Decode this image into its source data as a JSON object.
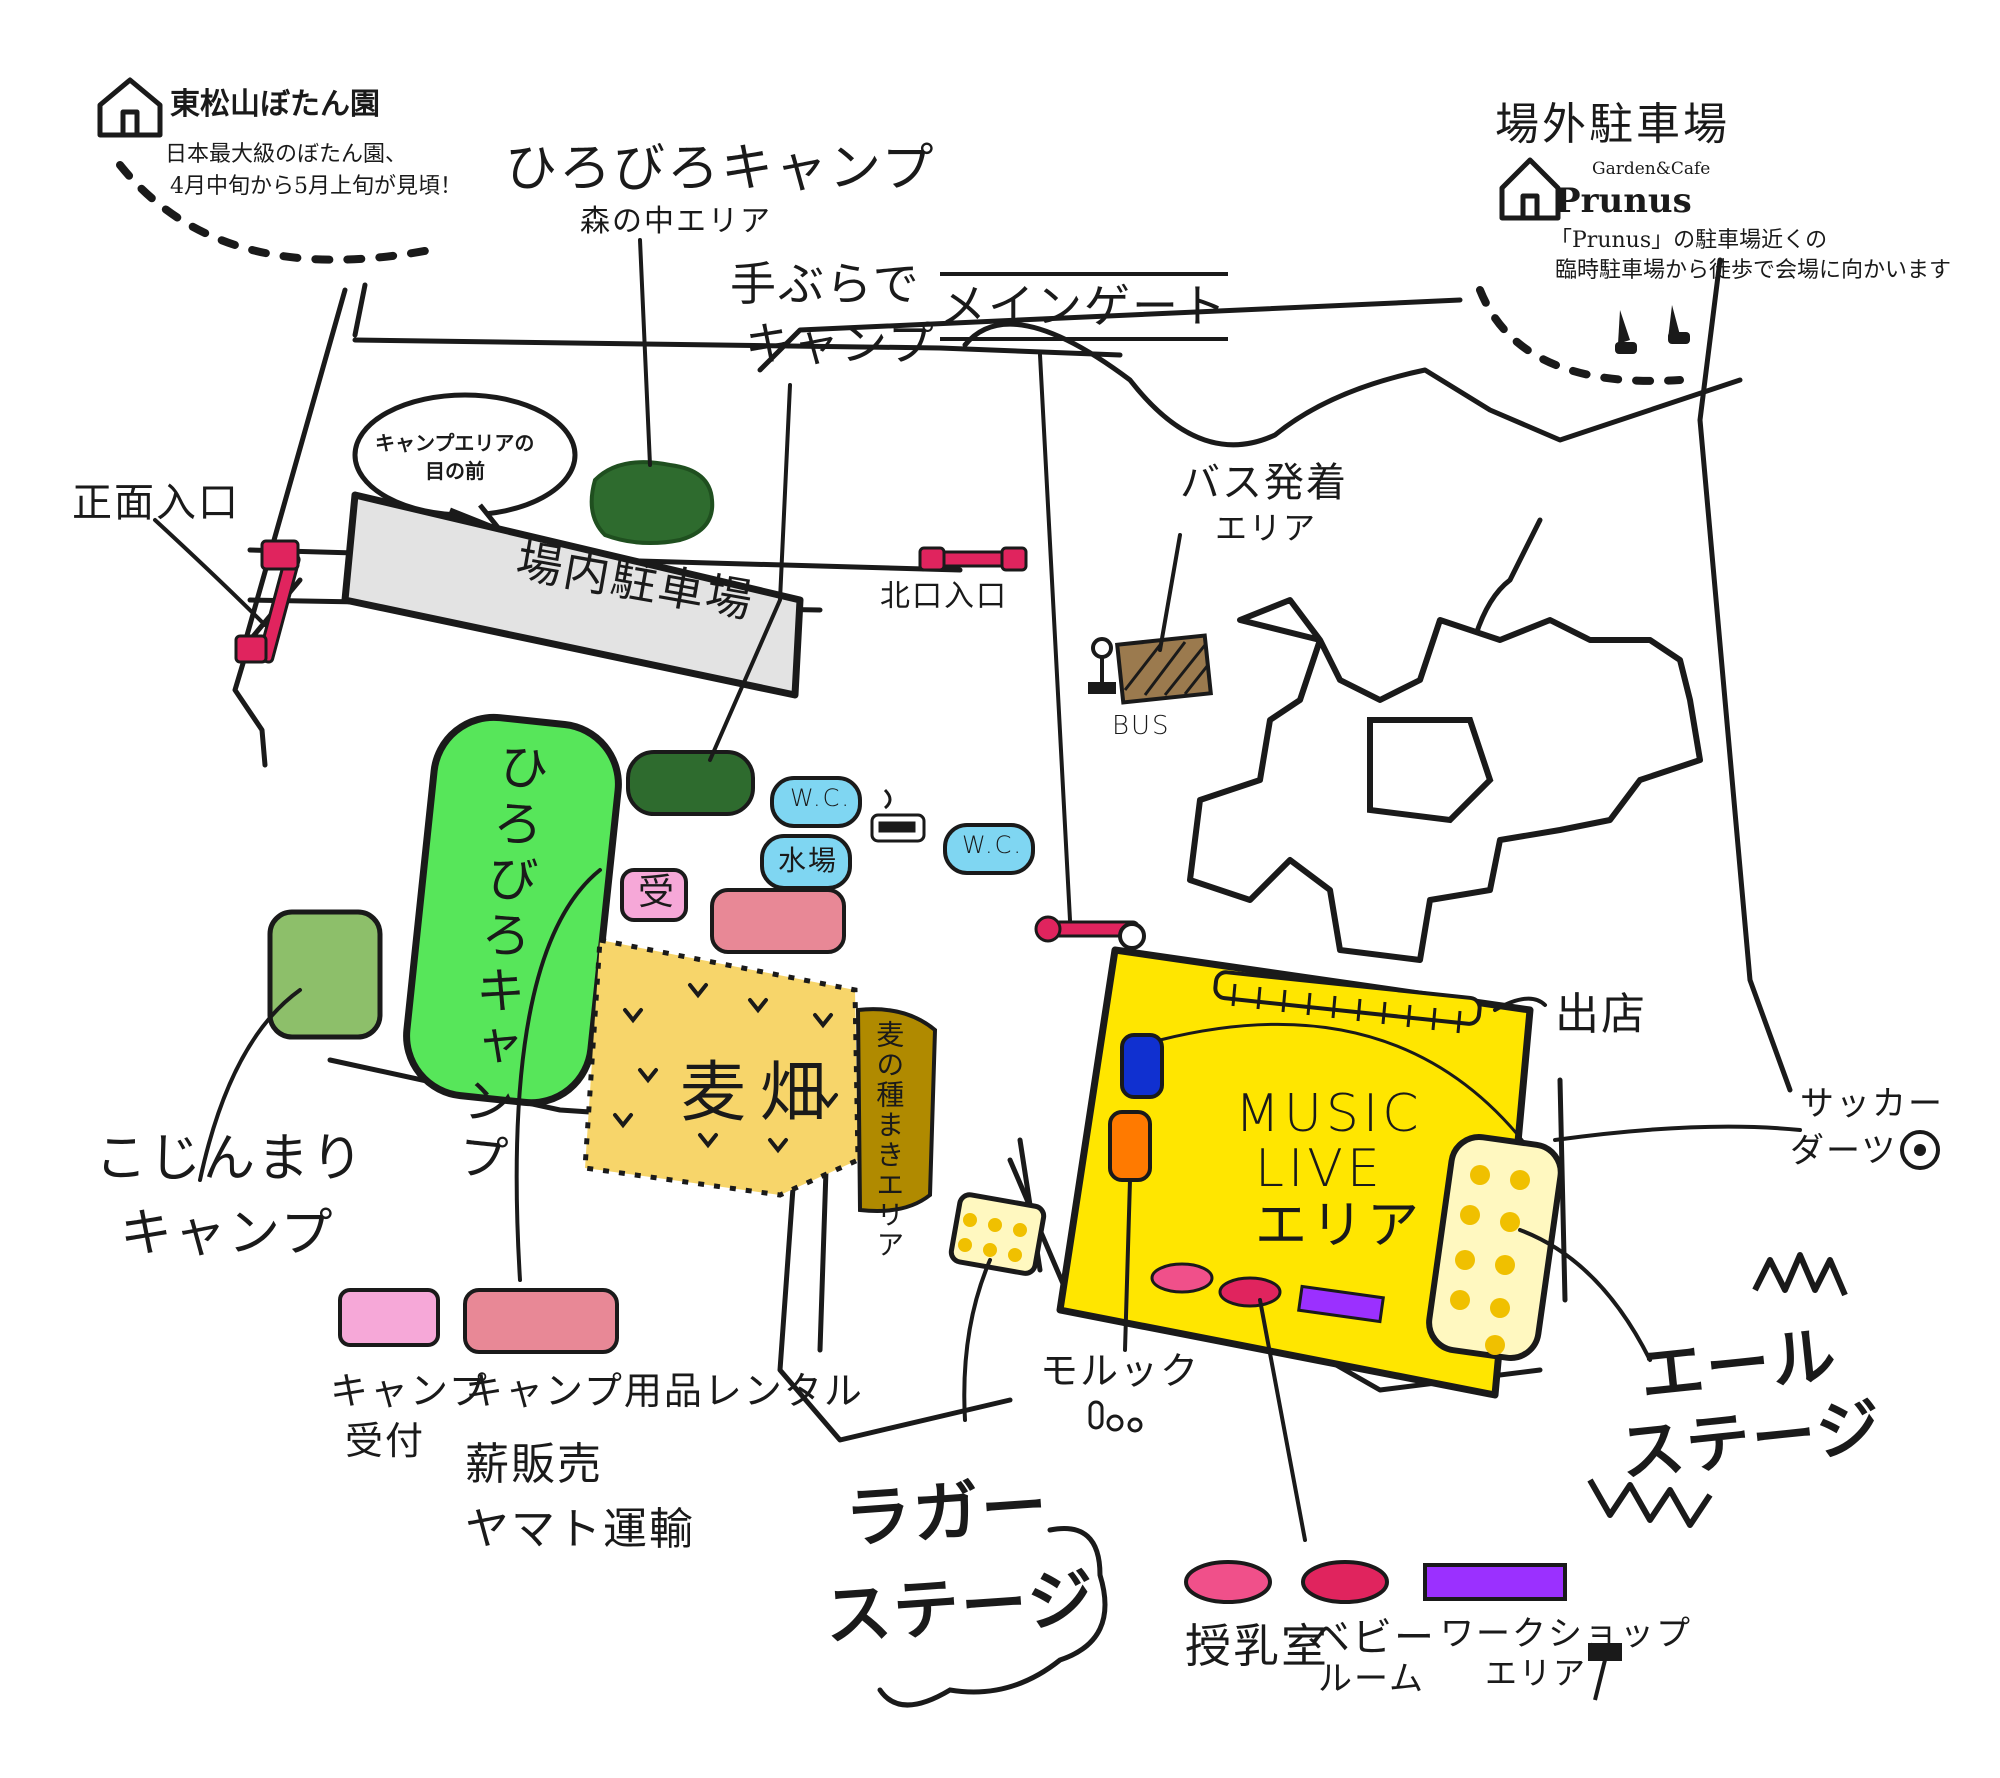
{
  "map": {
    "colors": {
      "ink": "#1a1a1a",
      "gate_red": "#e0245e",
      "forest_green": "#2e6b2e",
      "camp_green": "#57e65a",
      "kojinmari_green": "#8dbf6a",
      "parking_gray": "#e3e3e3",
      "wheat_yellow": "#f7d56a",
      "wheat_brown": "#b08a00",
      "live_yellow": "#ffe600",
      "wc_blue": "#7fd6f2",
      "pink_light": "#f6a8d8",
      "pink_rose": "#e88896",
      "nursing_pink": "#f0508a",
      "baby_crimson": "#e0245e",
      "workshop_purple": "#9b30ff",
      "molluk_blue": "#1030d0",
      "molluk_orange": "#ff7a00",
      "dot_yellow": "#f0c000"
    },
    "botan_garden": {
      "icon": "house-icon",
      "title": "東松山ぼたん園",
      "desc_line1": "日本最大級のぼたん園、",
      "desc_line2": "4月中旬から5月上旬が見頃！"
    },
    "outside_parking": {
      "title": "場外駐車場",
      "icon": "house-icon",
      "cafe_sub": "Garden&Cafe",
      "cafe_name": "Prunus",
      "note_line1": "「Prunus」の駐車場近くの",
      "note_line2": "臨時駐車場から徒歩で会場に向かいます",
      "walking_icon": "footsteps-icon"
    },
    "labels": {
      "hirobiro_forest_title": "ひろびろキャンプ",
      "hirobiro_forest_sub": "森の中エリア",
      "tebura_line1": "手ぶらで",
      "tebura_line2": "キャンプ",
      "main_gate": "メインゲート",
      "front_entrance": "正面入口",
      "camp_area_bubble_line1": "キャンプエリアの",
      "camp_area_bubble_line2": "目の前",
      "inner_parking": "場内駐車場",
      "north_entrance": "北口入口",
      "bus_area_line1": "バス発着",
      "bus_area_line2": "エリア",
      "bus": "BUS",
      "hirobiro_camp": "ひろびろキャンプ",
      "wc1": "W.C.",
      "wc2": "W.C.",
      "water": "水場",
      "reception_short": "受",
      "wheat_field": "麦畑",
      "wheat_sowing": "麦の種まきエリア",
      "shops": "出店",
      "music_live_line1": "MUSIC",
      "music_live_line2": "LIVE",
      "music_live_line3": "エリア",
      "soccer_line1": "サッカー",
      "soccer_line2": "ダーツ",
      "kojinmari_line1": "こじんまり",
      "kojinmari_line2": "キャンプ",
      "legend_reception_line1": "キャンプ",
      "legend_reception_line2": "受付",
      "legend_rental_line1": "キャンプ用品レンタル",
      "legend_rental_line2": "薪販売",
      "legend_rental_line3": "ヤマト運輸",
      "molluk": "モルック",
      "lagar_line1": "ラガー",
      "lagar_line2": "ステージ",
      "ale_line1": "エール",
      "ale_line2": "ステージ",
      "nursing": "授乳室",
      "baby_line1": "ベビー",
      "baby_line2": "ルーム",
      "workshop_line1": "ワークショップ",
      "workshop_line2": "エリア"
    }
  }
}
